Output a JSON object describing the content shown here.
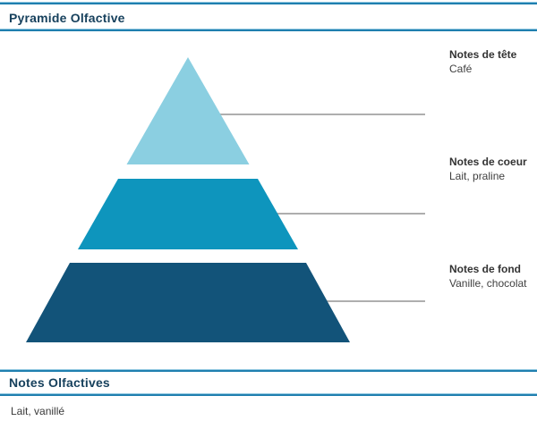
{
  "page": {
    "title": "Pyramide Olfactive",
    "bottom_section_title": "Notes Olfactives",
    "bottom_note": "Lait, vanillé"
  },
  "pyramid": {
    "tiers": [
      {
        "label": "Notes de tête",
        "value": "Café",
        "color": "#8bcfe1"
      },
      {
        "label": "Notes de coeur",
        "value": "Lait, praline",
        "color": "#0e95bd"
      },
      {
        "label": "Notes de fond",
        "value": "Vanille, chocolat",
        "color": "#125379"
      }
    ]
  },
  "colors": {
    "accent_rule_light": "#8ec6e0",
    "accent_rule_dark": "#1f7faf",
    "section_title_text": "#17415d",
    "note_text": "#3a3a3a",
    "connector_line": "#aeaeae",
    "background": "#ffffff"
  }
}
